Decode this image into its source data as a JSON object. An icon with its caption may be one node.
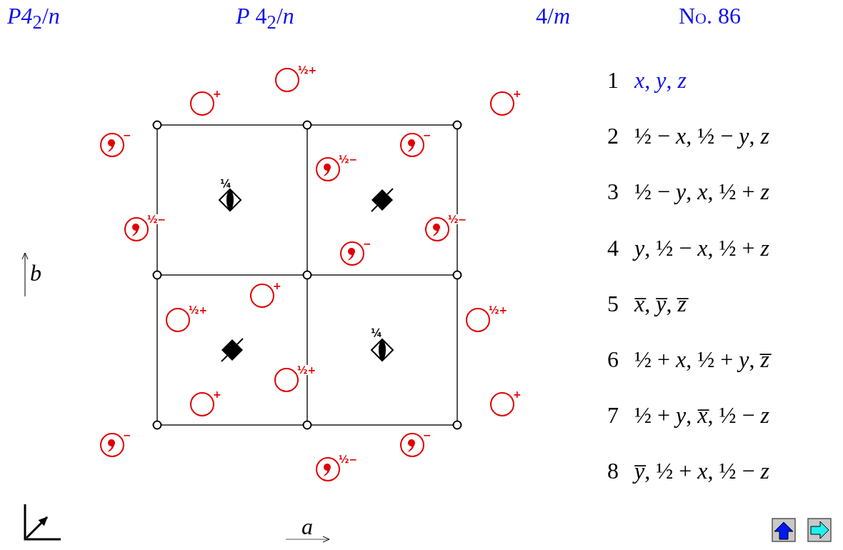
{
  "diagram": {
    "labels": [
      "*P4*$_{2}$/*n*",
      "*P* 4$_{2}$/*n*",
      "4/*m*",
      "No. 86",
      "½+",
      "+",
      "+",
      "−",
      "−",
      "½−",
      "¼",
      "½−",
      "½−",
      "−",
      "b",
      "+",
      "½+",
      "½+",
      "¼",
      "½+",
      "+",
      "+",
      "−",
      "−",
      "½−",
      "a",
      "1",
      "*x*, *y*, *z*",
      "2",
      "½ − *x*, ½ − *y*, *z*",
      "3",
      "½ − *y*, *x*, ½ + *z*",
      "4",
      "*y*, ½ − *x*, ½ + *z*",
      "5",
      "*x̅*, *y̅*, *z̅*",
      "6",
      "½ + *x*, ½ + *y*, *z̅*",
      "7",
      "½ + *y*, *x̅*, ½ − *z*",
      "8",
      "*y̅*, ½ + *x*, ½ − *z*"
    ]
  }
}
